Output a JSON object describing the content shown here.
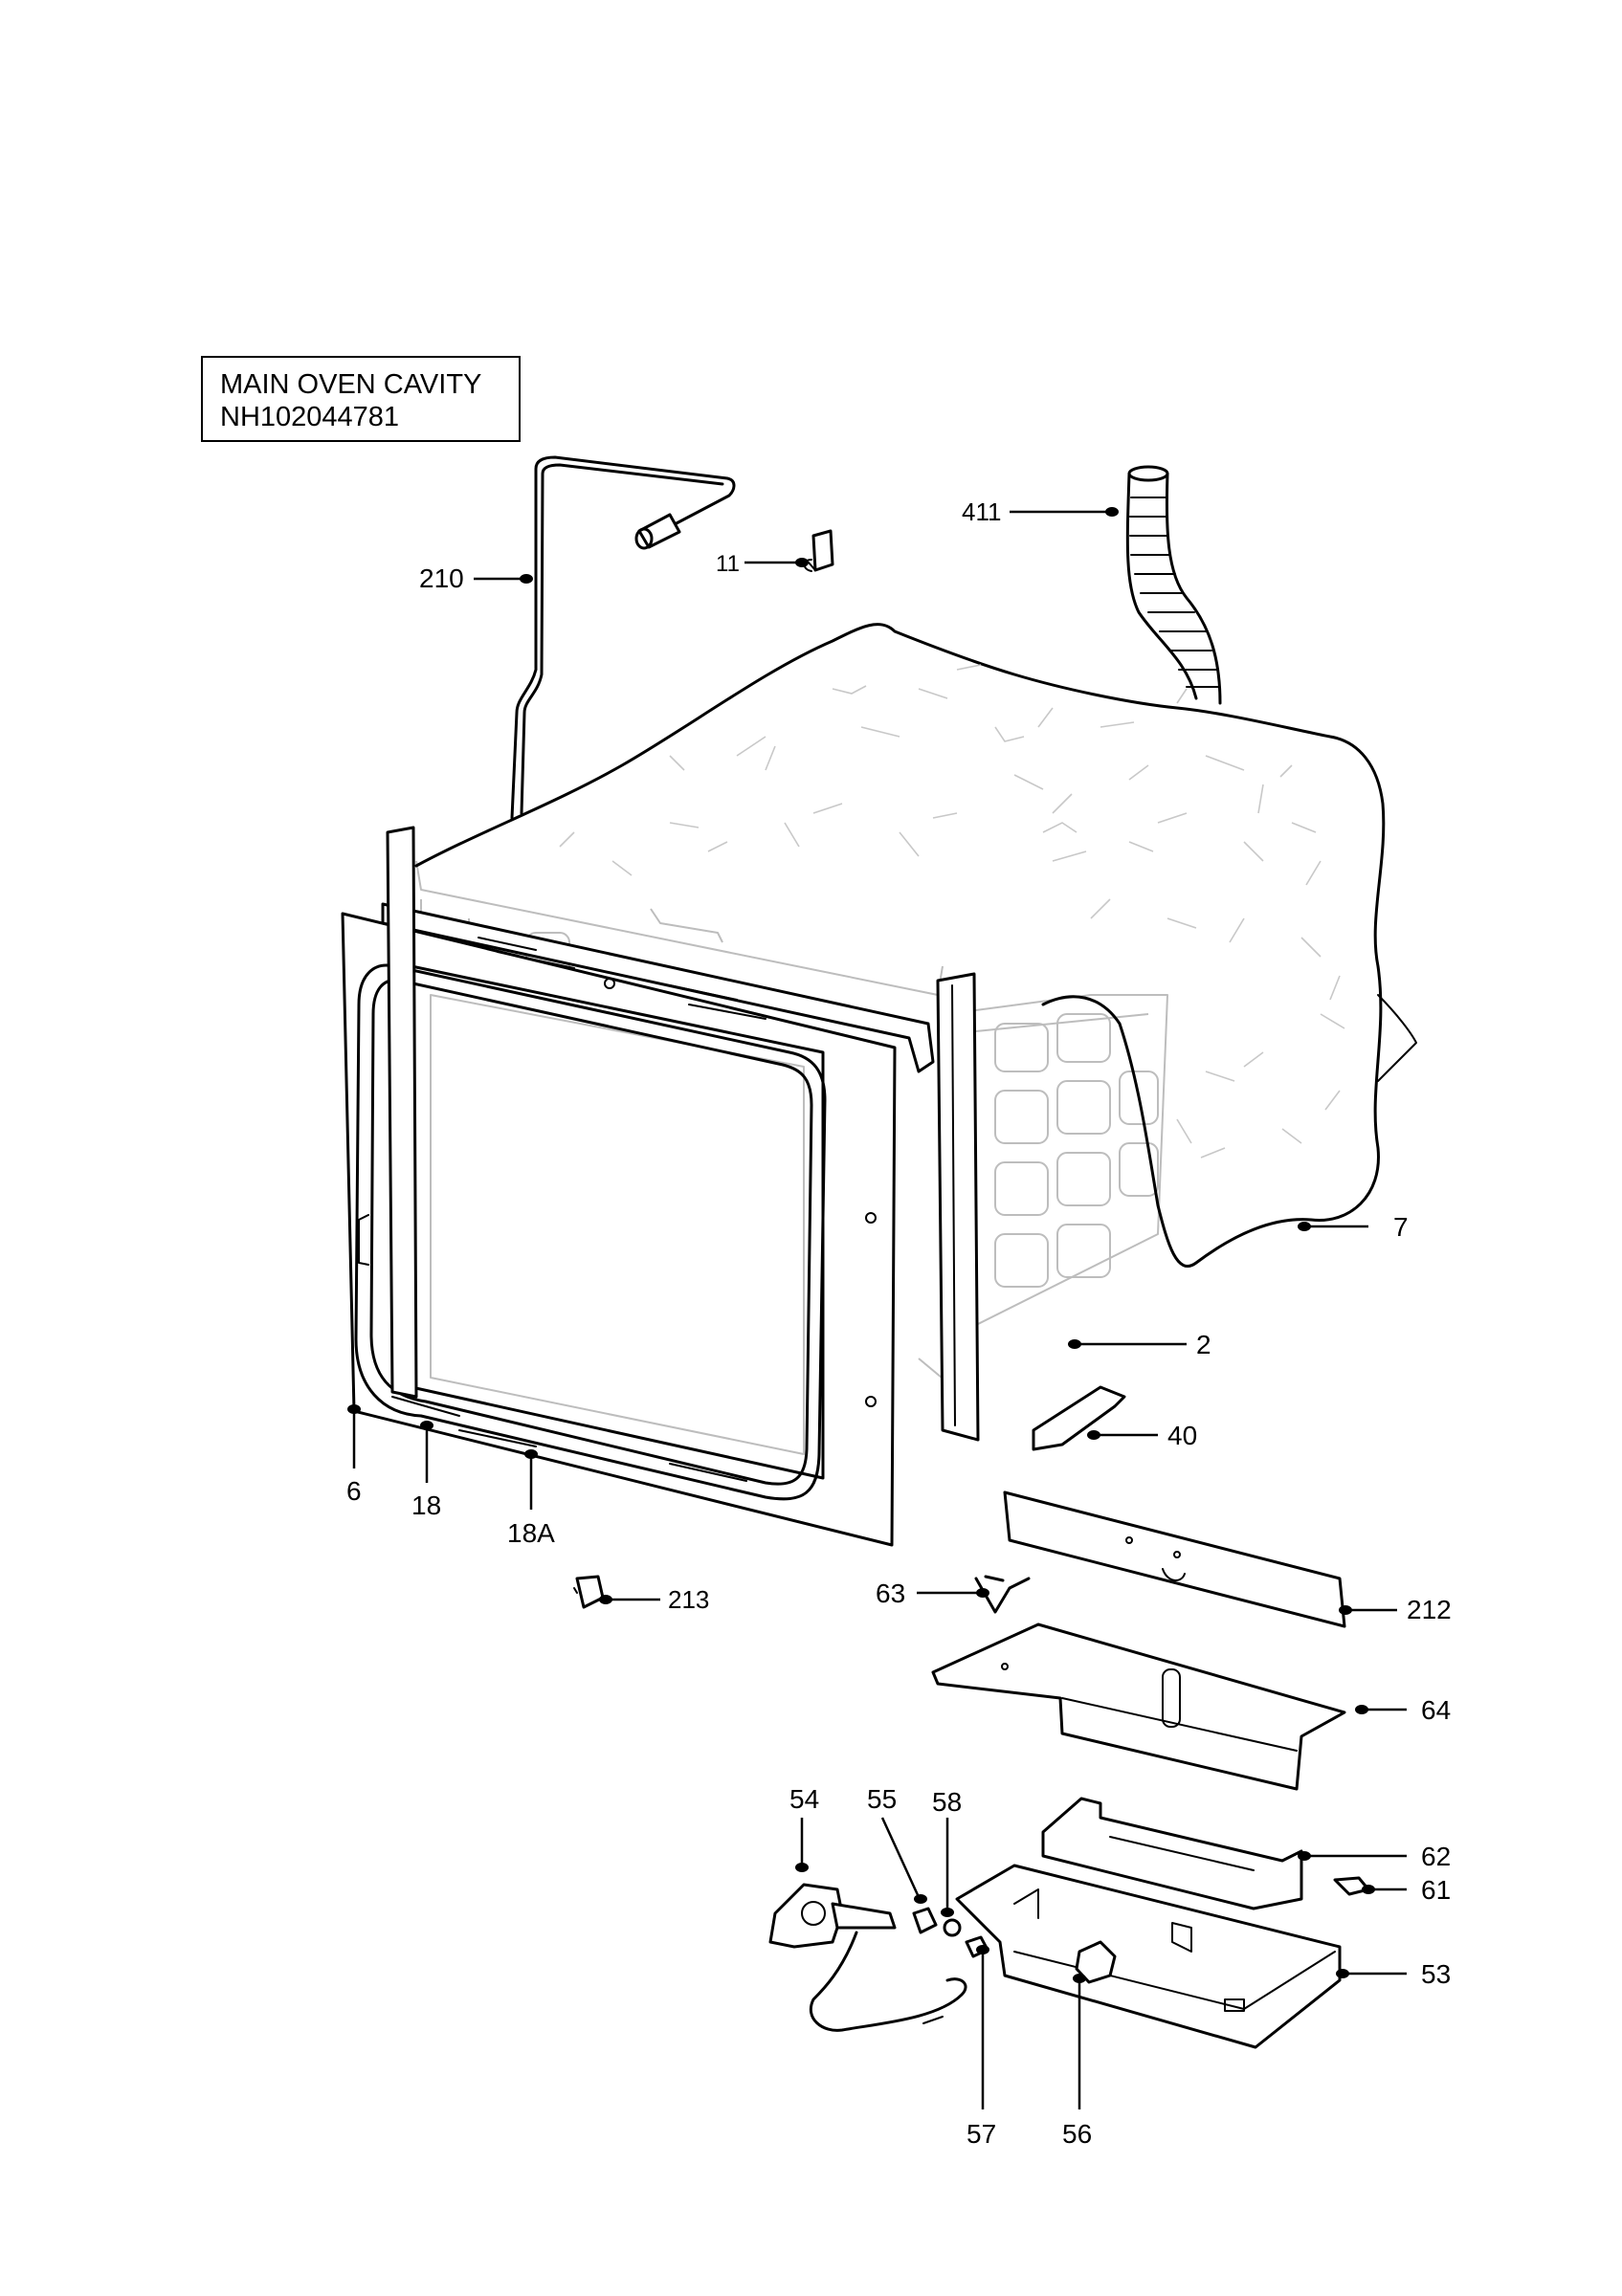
{
  "title_box": {
    "line1": "MAIN OVEN CAVITY",
    "line2": "NH102044781"
  },
  "labels": {
    "p411": "411",
    "p210": "210",
    "p11": "11",
    "p7": "7",
    "p2": "2",
    "p40": "40",
    "p6": "6",
    "p18": "18",
    "p18A": "18A",
    "p213": "213",
    "p63": "63",
    "p212": "212",
    "p64": "64",
    "p54": "54",
    "p55": "55",
    "p58": "58",
    "p62": "62",
    "p61": "61",
    "p53": "53",
    "p57": "57",
    "p56": "56"
  }
}
